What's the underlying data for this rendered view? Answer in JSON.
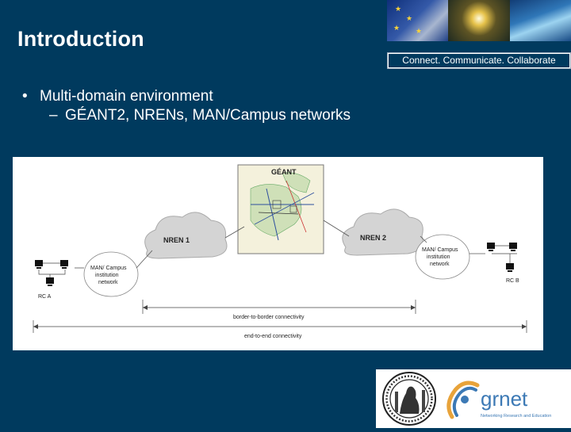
{
  "slide": {
    "title": "Introduction",
    "tagline": "Connect. Communicate. Collaborate",
    "bullet": "Multi-domain environment",
    "subbullet": "GÉANT2, NRENs, MAN/Campus networks",
    "bullet_symbol": "•",
    "dash_symbol": "–"
  },
  "diagram": {
    "geant": "GÉANT",
    "nren1": "NREN 1",
    "nren2": "NREN 2",
    "campus_a": [
      "MAN/ Campus",
      "institution",
      "network"
    ],
    "campus_b": [
      "MAN/ Campus",
      "institution",
      "network"
    ],
    "rc_a": "RC A",
    "rc_b": "RC B",
    "border": "border-to-border connectivity",
    "e2e": "end-to-end connectivity"
  },
  "logos": {
    "grnet": "grnet",
    "grnet_sub": "Networking Research and Education"
  },
  "colors": {
    "background": "#003a5e",
    "grnet_blue": "#3c79b5",
    "grnet_orange": "#e8a33a"
  }
}
